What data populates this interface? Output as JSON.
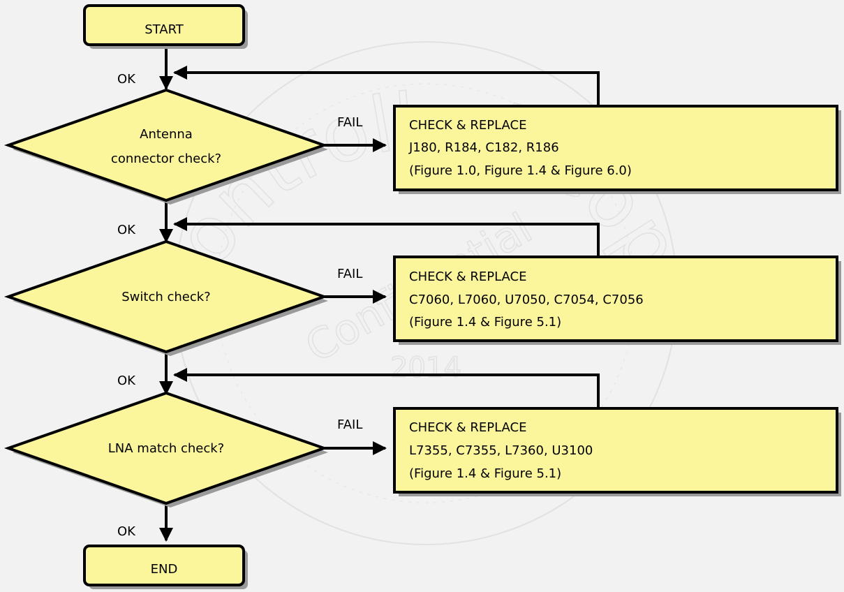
{
  "colors": {
    "background": "#f2f2f2",
    "shape_fill": "#fbf59c",
    "shape_stroke": "#000000",
    "shadow": "#9a9a9a",
    "watermark": "#e0e0e0"
  },
  "watermark": {
    "line1": "Controlled Copy",
    "line2": "Confidential",
    "year": "2014"
  },
  "start": {
    "label": "START"
  },
  "end": {
    "label": "END"
  },
  "steps": [
    {
      "question_lines": [
        "Antenna",
        "connector check?"
      ],
      "ok_label": "OK",
      "fail_label": "FAIL",
      "action": {
        "title": "CHECK & REPLACE",
        "parts": "J180, R184, C182, R186",
        "refs": "(Figure 1.0, Figure 1.4 & Figure 6.0)"
      }
    },
    {
      "question_lines": [
        "Switch check?"
      ],
      "ok_label": "OK",
      "fail_label": "FAIL",
      "action": {
        "title": "CHECK & REPLACE",
        "parts": "C7060, L7060, U7050, C7054, C7056",
        "refs": "(Figure 1.4 & Figure 5.1)"
      }
    },
    {
      "question_lines": [
        "LNA match check?"
      ],
      "ok_label": "OK",
      "fail_label": "FAIL",
      "action": {
        "title": "CHECK & REPLACE",
        "parts": "L7355, C7355, L7360, U3100",
        "refs": "(Figure 1.4 & Figure 5.1)"
      }
    }
  ],
  "final_ok_label": "OK"
}
